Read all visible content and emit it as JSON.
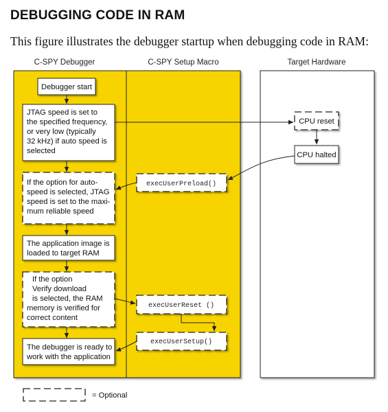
{
  "heading": "DEBUGGING CODE IN RAM",
  "intro": "This figure illustrates the debugger startup when debugging code in RAM:",
  "lanes": {
    "debugger": "C-SPY Debugger",
    "macro": "C-SPY Setup Macro",
    "hardware": "Target Hardware"
  },
  "debugger_boxes": {
    "start": [
      "Debugger start"
    ],
    "jtag": [
      "JTAG speed is set to",
      "the specified frequency,",
      "or very low (typically",
      "32 kHz) if auto speed is",
      "selected"
    ],
    "auto_speed": [
      "If the option for auto-",
      "speed is selected, JTAG",
      "speed is set to the maxi-",
      "mum reliable speed"
    ],
    "load_image": [
      "The application image is",
      "loaded to target RAM"
    ],
    "verify": [
      "If the option",
      "Verify download",
      "is selected, the RAM",
      "memory is verified for",
      "correct content"
    ],
    "ready": [
      "The debugger is ready to",
      "work with the application"
    ]
  },
  "macros": {
    "preload": "execUserPreload()",
    "reset": "execUserReset ()",
    "setup": "execUserSetup()"
  },
  "hardware_boxes": {
    "cpu_reset": "CPU reset",
    "cpu_halted": "CPU halted"
  },
  "legend": "= Optional",
  "colors": {
    "lane_fill": "#f7d400",
    "box_fill": "#ffffff",
    "line": "#222222"
  }
}
